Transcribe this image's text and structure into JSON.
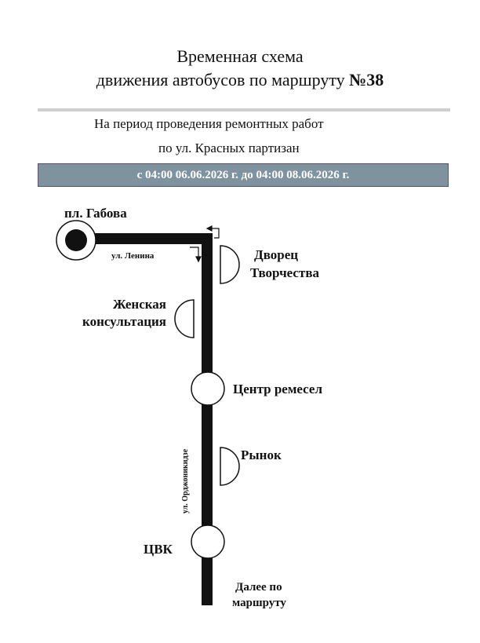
{
  "header": {
    "line1": "Временная схема",
    "line2_prefix": "движения автобусов по маршруту ",
    "route_number": "№38"
  },
  "subtitle": {
    "line1": "На период проведения ремонтных работ",
    "line2": "по ул. Красных партизан"
  },
  "period": "с  04:00 06.06.2026 г. до 04:00 08.06.2026 г.",
  "streets": {
    "horizontal": "ул. Ленина",
    "vertical": "ул. Орджоникидзе"
  },
  "stops": {
    "start": "пл. Габова",
    "dvorets_1": "Дворец",
    "dvorets_2": "Творчества",
    "zhenskaya_1": "Женская",
    "zhenskaya_2": "консультация",
    "tsentr": "Центр ремесел",
    "rynok": "Рынок",
    "tsvk": "ЦВК"
  },
  "continuation": {
    "line1": "Далее по",
    "line2": "маршруту"
  },
  "colors": {
    "route_line": "#111111",
    "period_bar": "#7f939f",
    "divider": "#cfcfcf"
  }
}
